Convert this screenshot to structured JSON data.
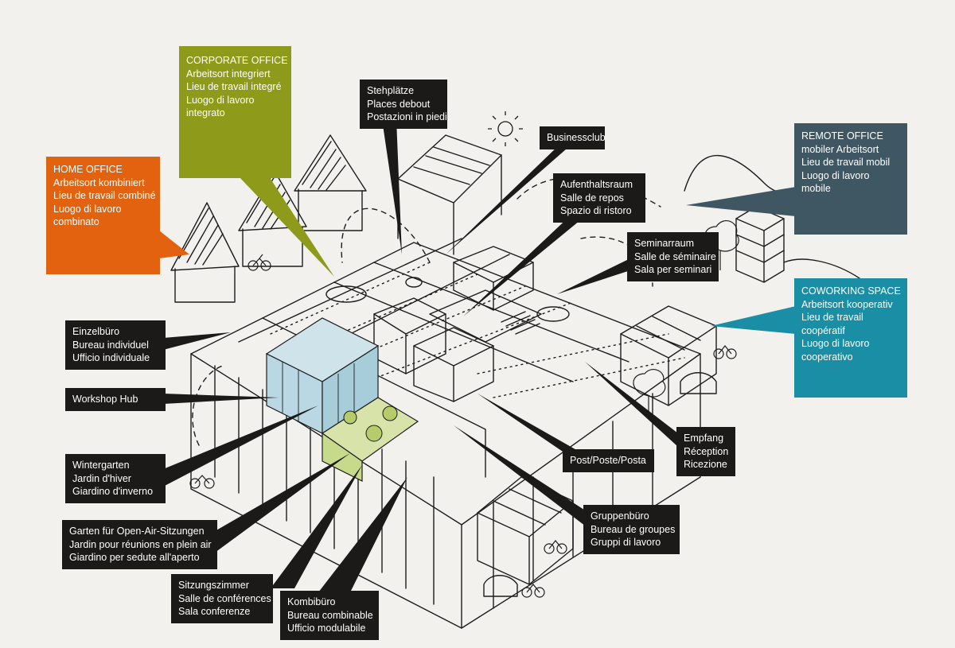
{
  "colors": {
    "background": "#f2f1ed",
    "label_black": "#1b1a19",
    "home_office": "#e2620f",
    "corporate_office": "#8d9a1a",
    "remote_office": "#3f5763",
    "coworking_space": "#1a8ea4",
    "glass_box": "#b9d8e4",
    "winter_garden": "#c7d98a"
  },
  "icons": [
    "sun-icon",
    "bicycle-icon",
    "tree-icon",
    "car-icon",
    "person-icon"
  ],
  "callouts": {
    "home_office": {
      "title": "HOME OFFICE",
      "lines": [
        "Arbeitsort kombiniert",
        "Lieu de travail combiné",
        "Luogo di lavoro",
        "combinato"
      ]
    },
    "corporate_office": {
      "title": "CORPORATE OFFICE",
      "lines": [
        "Arbeitsort integriert",
        "Lieu de travail integré",
        "Luogo di lavoro",
        "integrato"
      ]
    },
    "remote_office": {
      "title": "REMOTE OFFICE",
      "lines": [
        "mobiler Arbeitsort",
        "Lieu de travail mobil",
        "Luogo di lavoro",
        "mobile"
      ]
    },
    "coworking_space": {
      "title": "COWORKING SPACE",
      "lines": [
        "Arbeitsort kooperativ",
        "Lieu de travail",
        "coopératif",
        "Luogo di lavoro",
        "cooperativo"
      ]
    }
  },
  "labels": {
    "stehplaetze": [
      "Stehplätze",
      "Places debout",
      "Postazioni in piedi"
    ],
    "businessclub": [
      "Businessclub"
    ],
    "aufenthaltsraum": [
      "Aufenthaltsraum",
      "Salle de repos",
      "Spazio di ristoro"
    ],
    "seminarraum": [
      "Seminarraum",
      "Salle de séminaire",
      "Sala per seminari"
    ],
    "einzelbuero": [
      "Einzelbüro",
      "Bureau individuel",
      "Ufficio individuale"
    ],
    "workshop_hub": [
      "Workshop Hub"
    ],
    "wintergarten": [
      "Wintergarten",
      "Jardin d'hiver",
      "Giardino d'inverno"
    ],
    "garten": [
      "Garten für Open-Air-Sitzungen",
      "Jardin pour réunions en plein air",
      "Giardino per sedute all'aperto"
    ],
    "sitzungszimmer": [
      "Sitzungszimmer",
      "Salle de conférences",
      "Sala conferenze"
    ],
    "kombibuero": [
      "Kombibüro",
      "Bureau combinable",
      "Ufficio modulabile"
    ],
    "post": [
      "Post/Poste/Posta"
    ],
    "empfang": [
      "Empfang",
      "Réception",
      "Ricezione"
    ],
    "gruppenbuero": [
      "Gruppenbüro",
      "Bureau de groupes",
      "Gruppi di lavoro"
    ]
  }
}
